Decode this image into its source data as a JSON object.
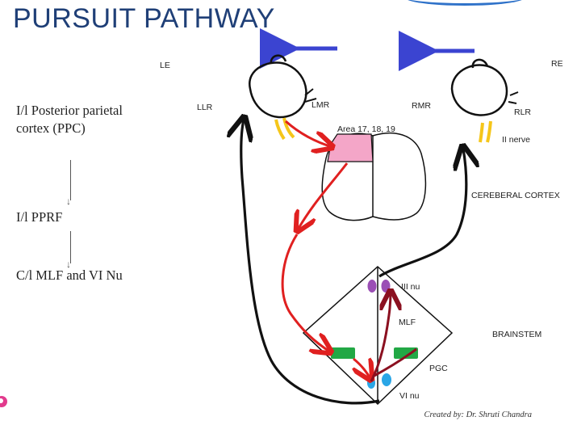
{
  "title": "PURSUIT PATHWAY",
  "steps": [
    "I/l Posterior parietal cortex (PPC)",
    "I/l PPRF",
    "C/l MLF and VI Nu"
  ],
  "diagram": {
    "labels": {
      "le": "LE",
      "re": "RE",
      "llr": "LLR",
      "lmr": "LMR",
      "rmr": "RMR",
      "rlr": "RLR",
      "area": "Area 17, 18, 19",
      "ii_nerve": "II nerve",
      "cortex": "CEREBERAL CORTEX",
      "iii_nu": "III nu",
      "mlf": "MLF",
      "brainstem": "BRAINSTEM",
      "pgc": "PGC",
      "vi_nu": "VI nu"
    },
    "colors": {
      "gaze_arrow": "#3b44d1",
      "pathway": "#e02020",
      "mlf_path": "#8b1020",
      "area": "#f4a6c8",
      "optic_nerve": "#f5c61a",
      "iii_nucleus": "#9b4fb5",
      "vi_nucleus": "#2aa6e6",
      "pgc": "#22a845"
    }
  },
  "credit": "Created by: Dr. Shruti Chandra"
}
